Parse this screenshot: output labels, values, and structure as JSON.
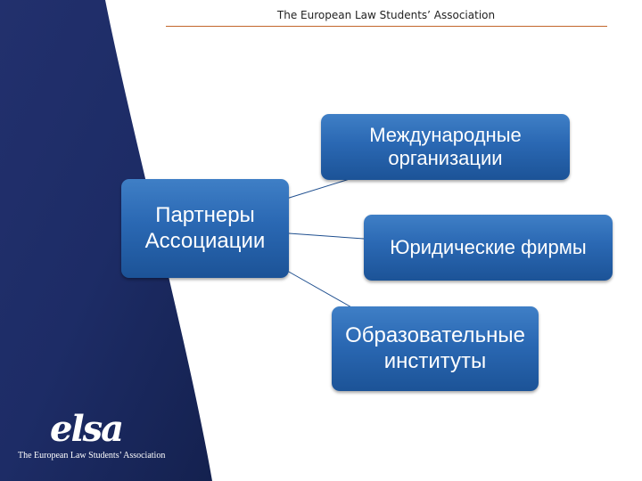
{
  "header": {
    "title": "The European Law Students’ Association"
  },
  "diagram": {
    "center": {
      "label": "Партнеры Ассоциации"
    },
    "nodes": [
      {
        "label": "Международные организации"
      },
      {
        "label": "Юридические фирмы"
      },
      {
        "label": "Образовательные институты"
      }
    ]
  },
  "logo": {
    "wordmark": "elsa",
    "subtitle": "The European Law Students’ Association"
  },
  "colors": {
    "band": "#1b2f68",
    "node": "#2a68b3",
    "rule": "#c2662b"
  }
}
